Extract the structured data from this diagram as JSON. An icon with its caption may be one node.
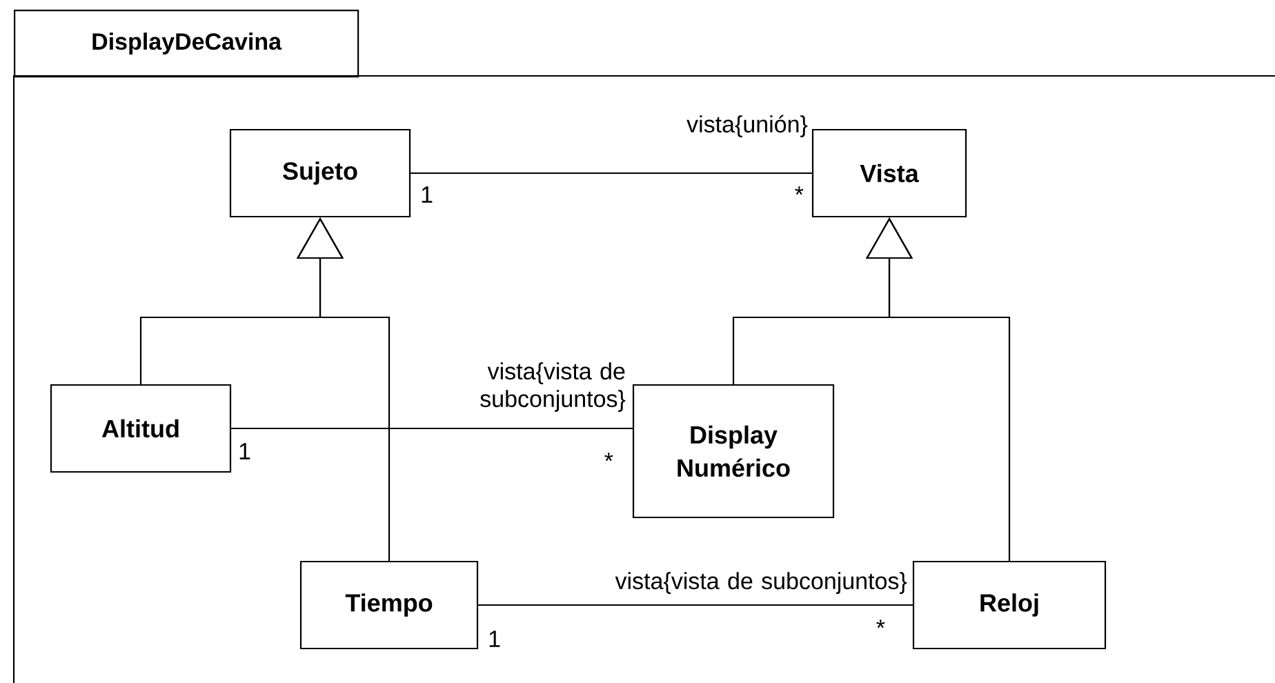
{
  "diagram": {
    "nodes": [
      {
        "text": [
          "DisplayDeCavina"
        ]
      },
      {
        "text": [
          "Sujeto"
        ],
        "in": 0
      },
      {
        "text": [
          "Vista"
        ],
        "in": 0
      },
      {
        "text": [
          "Altitud"
        ],
        "in": 0
      },
      {
        "text": [
          "Display Numérico"
        ],
        "in": 0
      },
      {
        "text": [
          "Tiempo"
        ],
        "in": 0
      },
      {
        "text": [
          "Reloj"
        ],
        "in": 0
      }
    ],
    "edges": [
      {
        "from": 1,
        "to": 2,
        "arrow": "none",
        "label": "vista{unión}"
      },
      {
        "from": 3,
        "to": 1,
        "arrow": "to"
      },
      {
        "from": 5,
        "to": 1,
        "arrow": "to"
      },
      {
        "from": 4,
        "to": 2,
        "arrow": "to"
      },
      {
        "from": 6,
        "to": 2,
        "arrow": "to"
      },
      {
        "from": 3,
        "to": 4,
        "arrow": "none",
        "label": "vista{vista de subconjuntos}"
      },
      {
        "from": 5,
        "to": 6,
        "arrow": "none",
        "label": "vista{vista de subconjuntos}"
      }
    ],
    "labels": [
      "1",
      "*",
      "1",
      "*",
      "1",
      "*"
    ]
  }
}
